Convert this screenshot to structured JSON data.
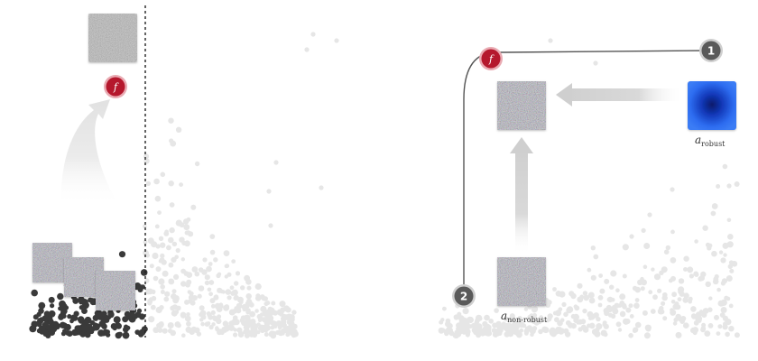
{
  "nodes": {
    "f_label": "f",
    "step_1": "1",
    "step_2": "2"
  },
  "labels": {
    "robust_var": "a",
    "robust_sub": "robust",
    "nonrobust_var": "a",
    "nonrobust_sub": "non-robust"
  },
  "colors": {
    "f_node_fill": "#b5182d",
    "f_node_ring": "#e9aab2",
    "step_node_fill": "#5a5a5a",
    "step_node_ring": "#cfcfcf",
    "dots_dark": "#3a3a3a",
    "dots_light": "#e6e6e6",
    "robust_blue": "#1f5fe0",
    "noise_gray": "#8a8a8a"
  },
  "icons": {
    "f_node": "f-node-icon",
    "step_badge": "step-badge-icon"
  }
}
